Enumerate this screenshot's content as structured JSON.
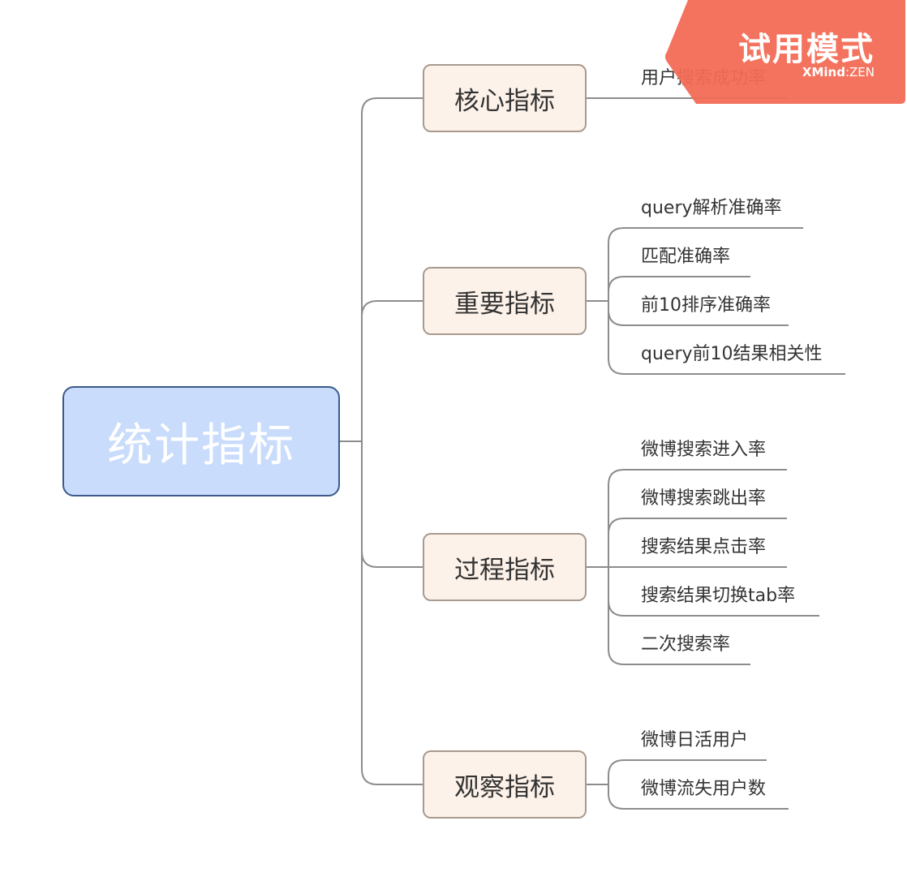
{
  "root": {
    "label": "统计指标"
  },
  "branches": [
    {
      "label": "核心指标",
      "leaves": [
        "用户搜索成功率"
      ]
    },
    {
      "label": "重要指标",
      "leaves": [
        "query解析准确率",
        "匹配准确率",
        "前10排序准确率",
        "query前10结果相关性"
      ]
    },
    {
      "label": "过程指标",
      "leaves": [
        "微博搜索进入率",
        "微博搜索跳出率",
        "搜索结果点击率",
        "搜索结果切换tab率",
        "二次搜索率"
      ]
    },
    {
      "label": "观察指标",
      "leaves": [
        "微博日活用户",
        "微博流失用户数"
      ]
    }
  ],
  "watermark": {
    "title": "试用模式",
    "brand": "XMind",
    "separator": ":",
    "edition": "ZEN"
  },
  "colors": {
    "root_fill": "#c9dcfc",
    "root_border": "#3d5a8a",
    "branch_fill": "#fdf2e9",
    "branch_border": "#a89a8e",
    "connector": "#8c8c8c",
    "watermark": "#f36b55"
  }
}
